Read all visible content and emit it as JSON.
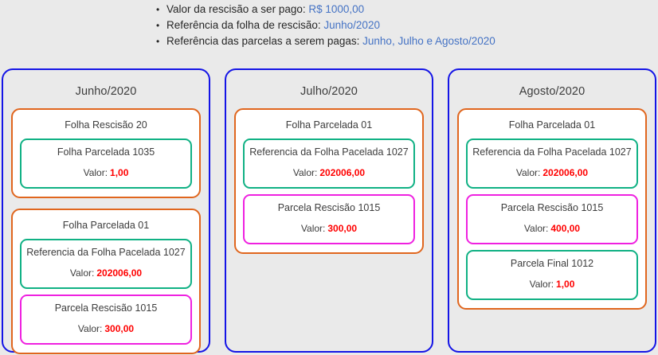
{
  "summary": {
    "items": [
      {
        "label": "Valor da rescisão a ser pago:",
        "value": "R$ 1000,00"
      },
      {
        "label": "Referência da folha de rescisão:",
        "value": "Junho/2020"
      },
      {
        "label": "Referência das parcelas a serem pagas:",
        "value": "Junho, Julho e Agosto/2020"
      }
    ]
  },
  "amount_label": "Valor:",
  "colors": {
    "background": "#eaeaea",
    "column_border": "#1414e6",
    "payroll_border": "#e0661e",
    "teal_border": "#10b184",
    "magenta_border": "#ef21e0",
    "amount_text": "#ff0000",
    "summary_value": "#4472c4",
    "body_text": "#3c3c3c"
  },
  "columns": [
    {
      "title": "Junho/2020",
      "cards": [
        {
          "title": "Folha Rescisão 20",
          "items": [
            {
              "title": "Folha Parcelada 1035",
              "value": "1,00",
              "color": "teal"
            }
          ]
        },
        {
          "title": "Folha Parcelada 01",
          "items": [
            {
              "title": "Referencia da Folha Pacelada 1027",
              "value": "202006,00",
              "color": "teal"
            },
            {
              "title": "Parcela Rescisão 1015",
              "value": "300,00",
              "color": "magenta"
            }
          ]
        }
      ]
    },
    {
      "title": "Julho/2020",
      "cards": [
        {
          "title": "Folha Parcelada 01",
          "items": [
            {
              "title": "Referencia da Folha Pacelada 1027",
              "value": "202006,00",
              "color": "teal"
            },
            {
              "title": "Parcela Rescisão 1015",
              "value": "300,00",
              "color": "magenta"
            }
          ]
        }
      ]
    },
    {
      "title": "Agosto/2020",
      "cards": [
        {
          "title": "Folha Parcelada 01",
          "items": [
            {
              "title": "Referencia da Folha Pacelada 1027",
              "value": "202006,00",
              "color": "teal"
            },
            {
              "title": "Parcela Rescisão 1015",
              "value": "400,00",
              "color": "magenta"
            },
            {
              "title": "Parcela Final 1012",
              "value": "1,00",
              "color": "teal"
            }
          ]
        }
      ]
    }
  ]
}
